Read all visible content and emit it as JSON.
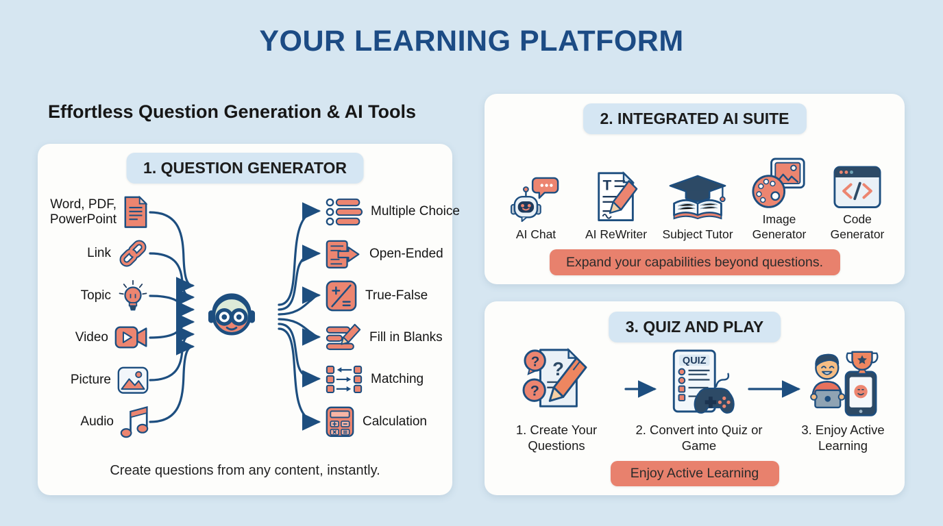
{
  "page": {
    "title": "YOUR LEARNING PLATFORM"
  },
  "left_section": {
    "heading": "Effortless Question Generation & AI Tools",
    "card_title": "1. QUESTION GENERATOR",
    "inputs": [
      {
        "label": "Word, PDF, PowerPoint",
        "icon": "document-icon"
      },
      {
        "label": "Link",
        "icon": "link-icon"
      },
      {
        "label": "Topic",
        "icon": "lightbulb-icon"
      },
      {
        "label": "Video",
        "icon": "video-camera-icon"
      },
      {
        "label": "Picture",
        "icon": "picture-icon"
      },
      {
        "label": "Audio",
        "icon": "music-note-icon"
      }
    ],
    "outputs": [
      {
        "label": "Multiple Choice",
        "icon": "multiple-choice-icon"
      },
      {
        "label": "Open-Ended",
        "icon": "open-ended-icon"
      },
      {
        "label": "True-False",
        "icon": "true-false-icon"
      },
      {
        "label": "Fill in Blanks",
        "icon": "fill-in-blanks-icon"
      },
      {
        "label": "Matching",
        "icon": "matching-icon"
      },
      {
        "label": "Calculation",
        "icon": "calculator-icon"
      }
    ],
    "caption": "Create questions from any content, instantly."
  },
  "ai_suite": {
    "card_title": "2. INTEGRATED AI SUITE",
    "tools": [
      {
        "label": "AI Chat",
        "icon": "ai-chat-robot-icon"
      },
      {
        "label": "AI ReWriter",
        "icon": "rewriter-document-icon",
        "icon_letter": "T"
      },
      {
        "label": "Subject Tutor",
        "icon": "graduation-book-icon"
      },
      {
        "label": "Image Generator",
        "icon": "palette-image-icon"
      },
      {
        "label": "Code Generator",
        "icon": "code-window-icon"
      }
    ],
    "banner": "Expand your capabilities beyond questions."
  },
  "quiz_play": {
    "card_title": "3. QUIZ AND PLAY",
    "quiz_label": "QUIZ",
    "question_mark": "?",
    "steps": [
      {
        "label": "1. Create Your Questions",
        "icon": "questions-pencil-icon"
      },
      {
        "label": "2. Convert into Quiz or Game",
        "icon": "quiz-controller-icon"
      },
      {
        "label": "3. Enjoy Active Learning",
        "icon": "active-learner-icon"
      }
    ],
    "banner": "Enjoy Active Learning"
  },
  "colors": {
    "background": "#d6e6f1",
    "card": "#fdfdfb",
    "pill": "#d5e6f3",
    "salmon": "#ec8570",
    "banner_salmon": "#e8816d",
    "navy": "#1d4e7f",
    "title_blue": "#1c4b84"
  }
}
